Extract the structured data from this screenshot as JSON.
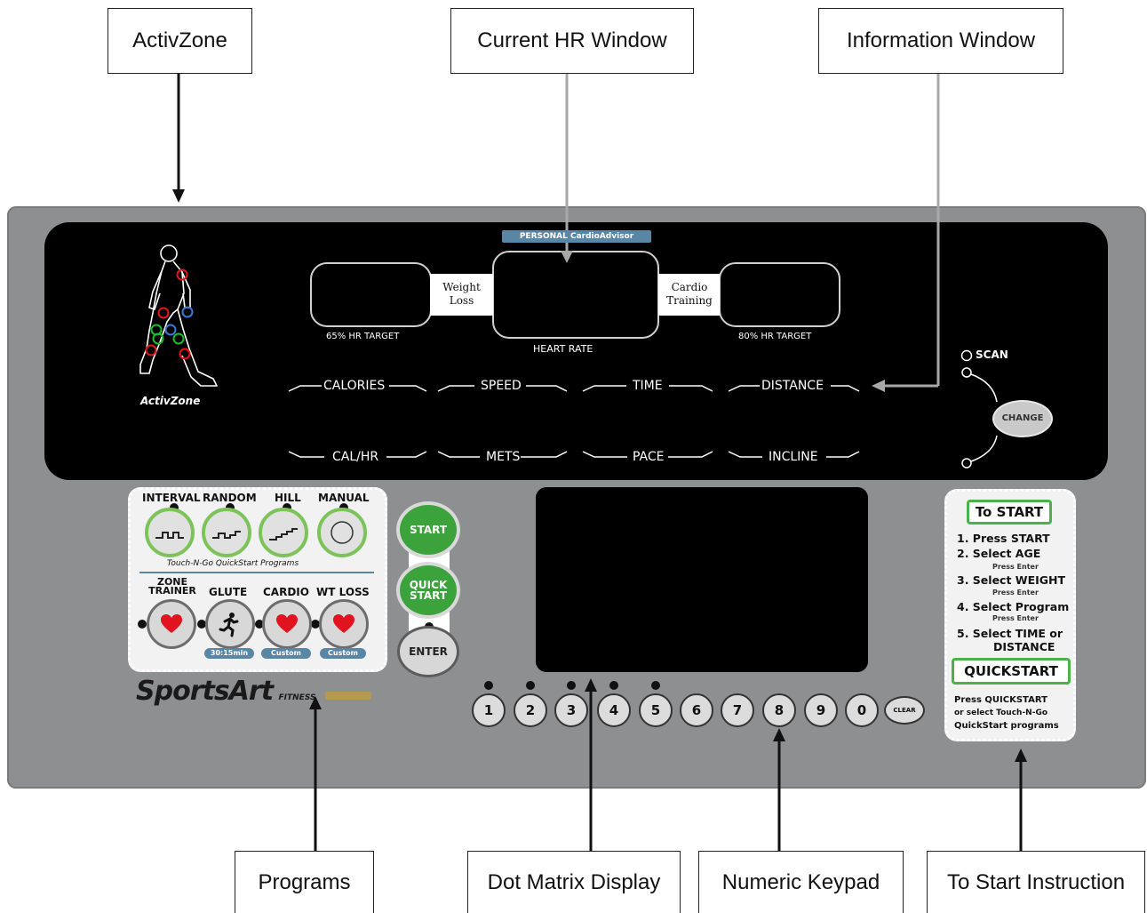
{
  "callouts": {
    "activzone": "ActivZone",
    "current_hr": "Current HR Window",
    "information": "Information Window",
    "programs": "Programs",
    "dot_matrix": "Dot Matrix Display",
    "numeric_keypad": "Numeric Keypad",
    "to_start": "To Start Instruction"
  },
  "hr_panel": {
    "badge": "PERSONAL CardioAdvisor",
    "weight_loss": "Weight Loss",
    "cardio_training": "Cardio Training",
    "left_target": "65% HR TARGET",
    "center": "HEART RATE",
    "right_target": "80% HR TARGET"
  },
  "activzone_label": "ActivZone",
  "info_labels": {
    "calories": "CALORIES",
    "speed": "SPEED",
    "time": "TIME",
    "distance": "DISTANCE",
    "cal_hr": "CAL/HR",
    "mets": "METS",
    "pace": "PACE",
    "incline": "INCLINE"
  },
  "scan": {
    "scan_label": "SCAN",
    "change_label": "CHANGE"
  },
  "programs": {
    "interval": "INTERVAL",
    "random": "RANDOM",
    "hill": "HILL",
    "manual": "MANUAL",
    "touch_n_go": "Touch-N-Go QuickStart Programs",
    "zone_trainer": "ZONE TRAINER",
    "glute": "GLUTE",
    "cardio": "CARDIO",
    "wt_loss": "WT LOSS",
    "tag_glute": "30:15min",
    "tag_cardio": "Custom",
    "tag_wtloss": "Custom"
  },
  "controls": {
    "start": "START",
    "quick_start": "QUICK START",
    "enter": "ENTER"
  },
  "keypad": {
    "keys": [
      "1",
      "2",
      "3",
      "4",
      "5",
      "6",
      "7",
      "8",
      "9",
      "0"
    ],
    "clear": "CLEAR"
  },
  "brand": {
    "name": "SportsArt",
    "fitness": "FITNESS"
  },
  "instructions": {
    "title": "To START",
    "step1": "1.  Press START",
    "step2": "2.  Select AGE",
    "step2_sub": "Press Enter",
    "step3": "3.  Select WEIGHT",
    "step3_sub": "Press Enter",
    "step4": "4.  Select Program",
    "step4_sub": "Press Enter",
    "step5": "5.  Select TIME or",
    "step5b": "DISTANCE",
    "quickstart": "QUICKSTART",
    "qs1": "Press QUICKSTART",
    "qs2": "or select Touch-N-Go",
    "qs3": "QuickStart programs"
  },
  "colors": {
    "console_gray": "#8e8f91",
    "lcd_black": "#000000",
    "button_green": "#3ca33c",
    "ring_green": "#7cc35a",
    "heart_red": "#e0131f",
    "badge_blue": "#5a86a6"
  }
}
